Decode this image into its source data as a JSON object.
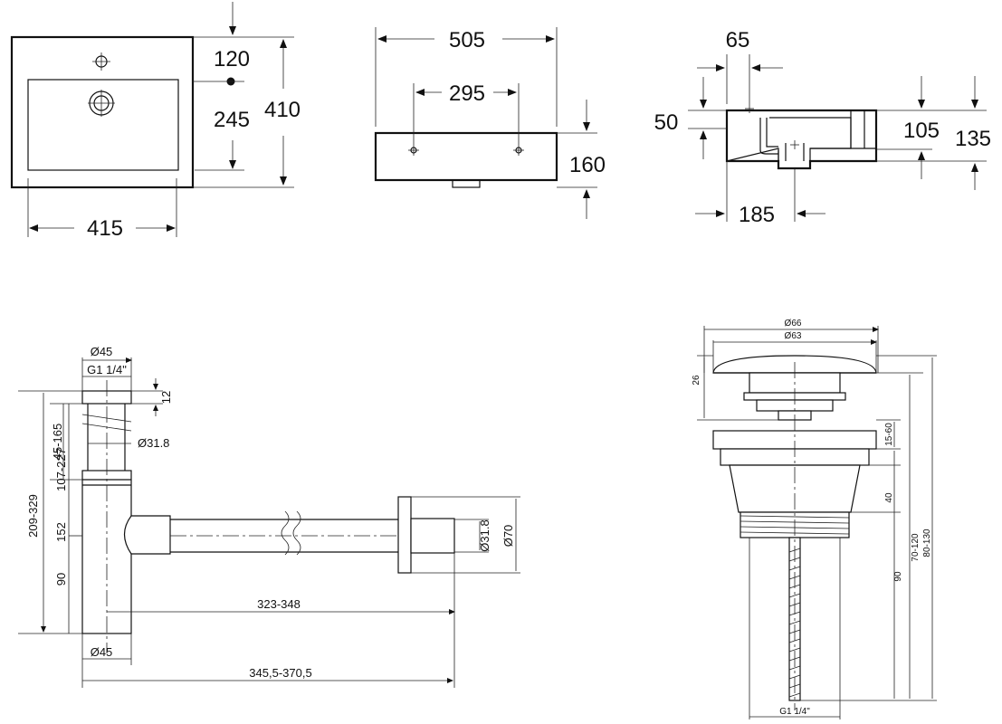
{
  "basin_top_view": {
    "width": "415",
    "height": "410",
    "tap_offset": "120",
    "inner_depth": "245"
  },
  "basin_front_view": {
    "width": "505",
    "hole_spacing": "295",
    "height": "160"
  },
  "basin_side_view": {
    "rim": "65",
    "top": "50",
    "inner_height": "105",
    "total_height": "135",
    "drain_offset": "185"
  },
  "siphon": {
    "top_diameter": "Ø45",
    "thread": "G1 1/4\"",
    "cap_height": "12",
    "inlet_adjust": "45-165",
    "pipe_diameter": "Ø31.8",
    "inlet_length": "107-227",
    "total_height": "209-329",
    "body_height": "152",
    "outlet_height": "90",
    "outlet_length": "323-348",
    "bottom_diameter": "Ø45",
    "total_length": "345,5-370,5",
    "outlet_pipe_diameter": "Ø31.8",
    "flange_diameter": "Ø70"
  },
  "drain_valve": {
    "cap_outer_diameter": "Ø66",
    "cap_inner_diameter": "Ø63",
    "cap_height": "26",
    "gap": "15-60",
    "body_height": "40",
    "thread_length": "90",
    "range_1": "70-120",
    "range_2": "80-130",
    "thread": "G1 1/4\""
  }
}
